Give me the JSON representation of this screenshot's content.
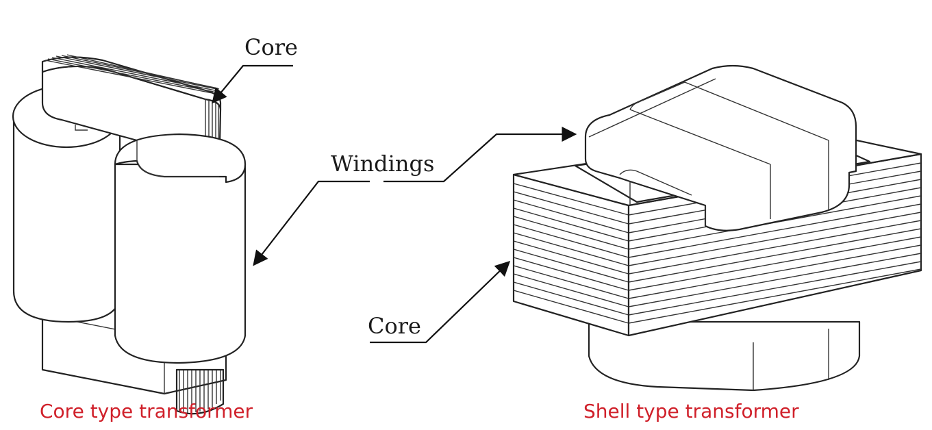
{
  "labels": {
    "core_top": "Core",
    "windings": "Windings",
    "core_bottom": "Core"
  },
  "captions": {
    "core_type": "Core type transformer",
    "shell_type": "Shell type transformer"
  },
  "colors": {
    "caption": "#d0202a",
    "ink": "#222222",
    "background": "#ffffff"
  }
}
